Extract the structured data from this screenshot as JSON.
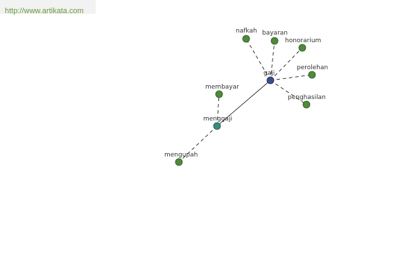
{
  "header": {
    "url": "http://www.artikata.com"
  },
  "colors": {
    "leaf": "#4f8a3a",
    "leaf_stroke": "#2c5a20",
    "center": "#3a4f8a",
    "center_stroke": "#1f2a55",
    "mid": "#3a8a7a",
    "mid_stroke": "#1f5548",
    "edge": "#000000"
  },
  "nodes": [
    {
      "id": "gaji",
      "label": "gaji",
      "kind": "center"
    },
    {
      "id": "nafkah",
      "label": "nafkah",
      "kind": "leaf"
    },
    {
      "id": "bayaran",
      "label": "bayaran",
      "kind": "leaf"
    },
    {
      "id": "honorarium",
      "label": "honorarium",
      "kind": "leaf"
    },
    {
      "id": "perolehan",
      "label": "perolehan",
      "kind": "leaf"
    },
    {
      "id": "penghasilan",
      "label": "penghasilan",
      "kind": "leaf"
    },
    {
      "id": "menggaji",
      "label": "menggaji",
      "kind": "mid"
    },
    {
      "id": "membayar",
      "label": "membayar",
      "kind": "leaf"
    },
    {
      "id": "mengupah",
      "label": "mengupah",
      "kind": "leaf"
    }
  ],
  "edges": [
    {
      "from": "gaji",
      "to": "nafkah",
      "style": "dashed"
    },
    {
      "from": "gaji",
      "to": "bayaran",
      "style": "dashed"
    },
    {
      "from": "gaji",
      "to": "honorarium",
      "style": "dashed"
    },
    {
      "from": "gaji",
      "to": "perolehan",
      "style": "dashed"
    },
    {
      "from": "gaji",
      "to": "penghasilan",
      "style": "dashed"
    },
    {
      "from": "gaji",
      "to": "menggaji",
      "style": "solid"
    },
    {
      "from": "menggaji",
      "to": "membayar",
      "style": "dashed"
    },
    {
      "from": "menggaji",
      "to": "mengupah",
      "style": "dashed"
    }
  ]
}
